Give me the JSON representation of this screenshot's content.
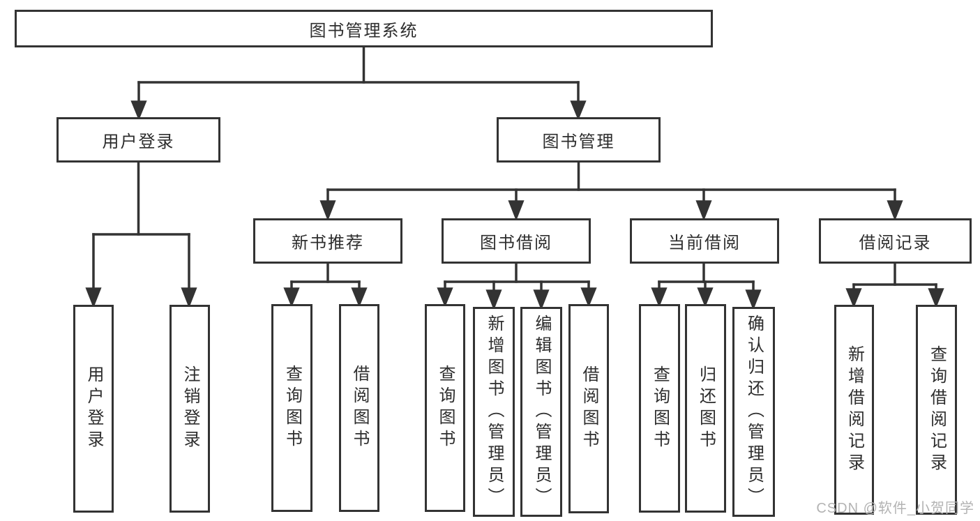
{
  "meta": {
    "background_color": "#ffffff",
    "line_color": "#333333",
    "text_color": "#2d2d2d",
    "watermark_color": "#b3b3b3"
  },
  "tree": {
    "label": "图书管理系统",
    "children": [
      {
        "label": "用户登录",
        "children": [
          {
            "label": "用户登录"
          },
          {
            "label": "注销登录"
          }
        ]
      },
      {
        "label": "图书管理",
        "children": [
          {
            "label": "新书推荐",
            "children": [
              {
                "label": "查询图书"
              },
              {
                "label": "借阅图书"
              }
            ]
          },
          {
            "label": "图书借阅",
            "children": [
              {
                "label": "查询图书"
              },
              {
                "label": "新增图书（管理员）"
              },
              {
                "label": "编辑图书（管理员）"
              },
              {
                "label": "借阅图书"
              }
            ]
          },
          {
            "label": "当前借阅",
            "children": [
              {
                "label": "查询图书"
              },
              {
                "label": "归还图书"
              },
              {
                "label": "确认归还（管理员）"
              }
            ]
          },
          {
            "label": "借阅记录",
            "children": [
              {
                "label": "新增借阅记录"
              },
              {
                "label": "查询借阅记录"
              }
            ]
          }
        ]
      }
    ]
  },
  "watermark": {
    "text": "CSDN @软件_小贺同学"
  }
}
